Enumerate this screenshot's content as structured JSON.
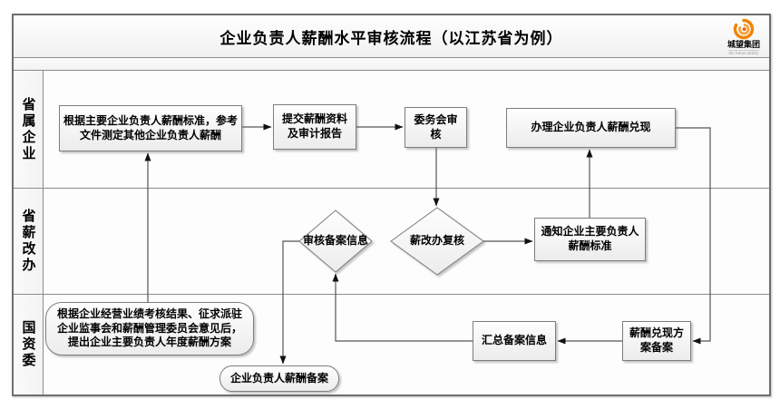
{
  "title": "企业负责人薪酬水平审核流程（以江苏省为例）",
  "logo": {
    "icon": "swirl-flame-icon",
    "name": "城望集团",
    "tagline": "the future ability",
    "color": "#f08300"
  },
  "lanes": [
    {
      "label": "省属企业"
    },
    {
      "label": "省薪改办"
    },
    {
      "label": "国资委"
    }
  ],
  "nodes": {
    "determine_other_salary": {
      "label": "根据主要企业负责人薪酬标准，参考文件测定其他企业负责人薪酬",
      "shape": "rect",
      "lane": "省属企业"
    },
    "submit_materials": {
      "label": "提交薪酬资料及审计报告",
      "shape": "rect",
      "lane": "省属企业"
    },
    "committee_review": {
      "label": "委务会审核",
      "shape": "rect",
      "lane": "省属企业"
    },
    "handle_cashing": {
      "label": "办理企业负责人薪酬兑现",
      "shape": "rect",
      "lane": "省属企业"
    },
    "review_filing_info": {
      "label": "审核备案信息",
      "shape": "diamond",
      "lane": "省薪改办"
    },
    "reform_office_recheck": {
      "label": "薪改办复核",
      "shape": "diamond",
      "lane": "省薪改办"
    },
    "notify_salary_standard": {
      "label": "通知企业主要负责人薪酬标准",
      "shape": "rect",
      "lane": "省薪改办"
    },
    "propose_annual_plan": {
      "label": "根据企业经营业绩考核结果、征求派驻企业监事会和薪酬管理委员会意见后，提出企业主要负责人年度薪酬方案",
      "shape": "rounded",
      "lane": "国资委"
    },
    "leader_salary_filing": {
      "label": "企业负责人薪酬备案",
      "shape": "rounded",
      "lane": "国资委"
    },
    "aggregate_filing_info": {
      "label": "汇总备案信息",
      "shape": "rect",
      "lane": "国资委"
    },
    "cashing_plan_filing": {
      "label": "薪酬兑现方案备案",
      "shape": "rect",
      "lane": "国资委"
    }
  },
  "edges": [
    {
      "from": "propose_annual_plan",
      "to": "determine_other_salary"
    },
    {
      "from": "determine_other_salary",
      "to": "submit_materials"
    },
    {
      "from": "submit_materials",
      "to": "committee_review"
    },
    {
      "from": "committee_review",
      "to": "reform_office_recheck"
    },
    {
      "from": "reform_office_recheck",
      "to": "notify_salary_standard"
    },
    {
      "from": "notify_salary_standard",
      "to": "handle_cashing"
    },
    {
      "from": "handle_cashing",
      "to": "cashing_plan_filing"
    },
    {
      "from": "cashing_plan_filing",
      "to": "aggregate_filing_info"
    },
    {
      "from": "aggregate_filing_info",
      "to": "review_filing_info"
    },
    {
      "from": "review_filing_info",
      "to": "leader_salary_filing"
    }
  ],
  "colors": {
    "frame_border": "#6e6e6e",
    "shape_border": "#7d7d7d",
    "connector": "#555555",
    "arrowhead": "#111111",
    "logo_orange": "#f08300"
  }
}
